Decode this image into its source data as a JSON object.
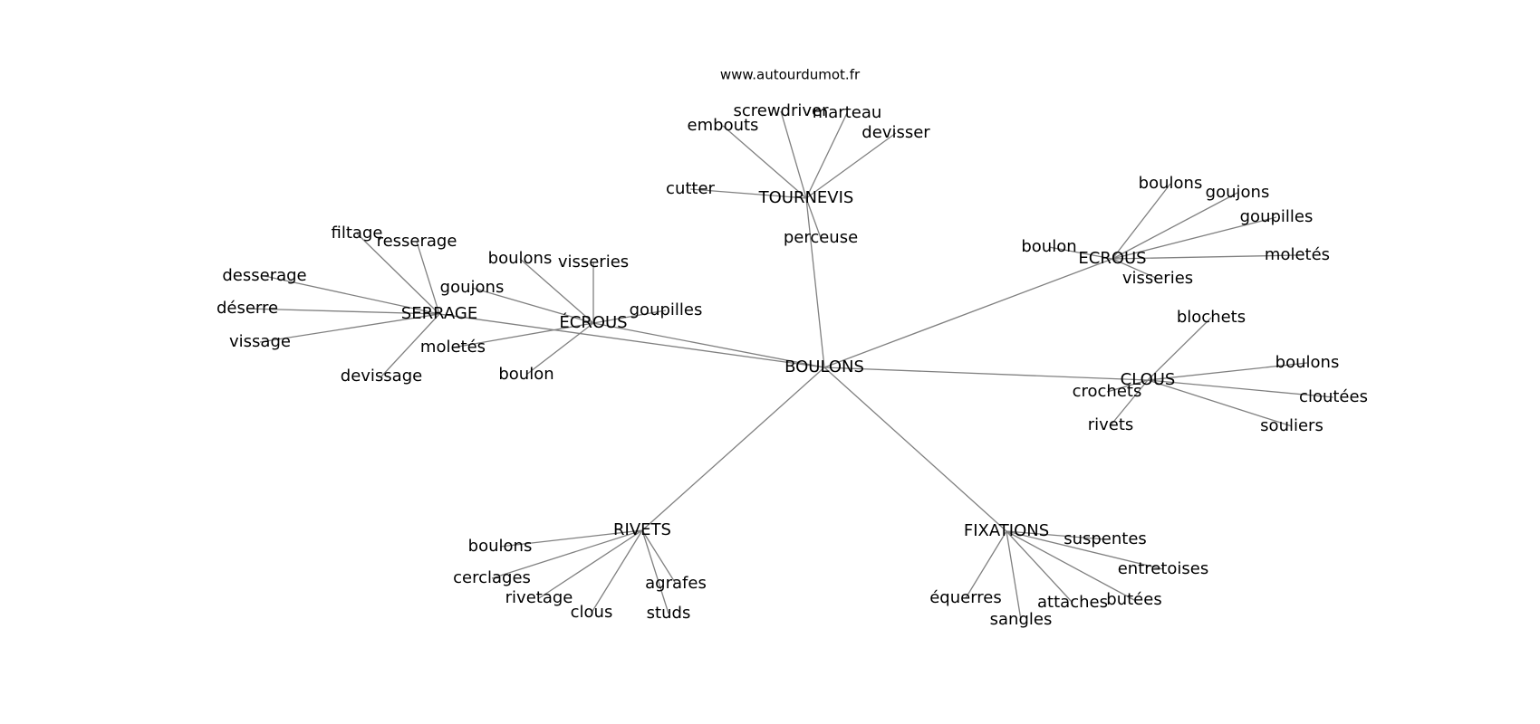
{
  "site": "www.autourdumot.fr",
  "center": "BOULONS",
  "groups": [
    {
      "hub": "TOURNEVIS",
      "leaves": [
        "screwdriver",
        "marteau",
        "embouts",
        "devisser",
        "cutter",
        "perceuse"
      ]
    },
    {
      "hub": "ÉCROUS",
      "leaves": [
        "boulons",
        "visseries",
        "goujons",
        "goupilles",
        "moletés",
        "boulon"
      ]
    },
    {
      "hub": "SERRAGE",
      "leaves": [
        "filtage",
        "resserage",
        "desserage",
        "déserre",
        "vissage",
        "devissage"
      ]
    },
    {
      "hub": "ECROUS",
      "leaves": [
        "boulons",
        "goujons",
        "goupilles",
        "boulon",
        "moletés",
        "visseries"
      ]
    },
    {
      "hub": "CLOUS",
      "leaves": [
        "blochets",
        "boulons",
        "cloutées",
        "crochets",
        "rivets",
        "souliers"
      ]
    },
    {
      "hub": "RIVETS",
      "leaves": [
        "boulons",
        "cerclages",
        "rivetage",
        "clous",
        "agrafes",
        "studs"
      ]
    },
    {
      "hub": "FIXATIONS",
      "leaves": [
        "suspentes",
        "entretoises",
        "équerres",
        "attaches",
        "butées",
        "sangles"
      ]
    }
  ]
}
